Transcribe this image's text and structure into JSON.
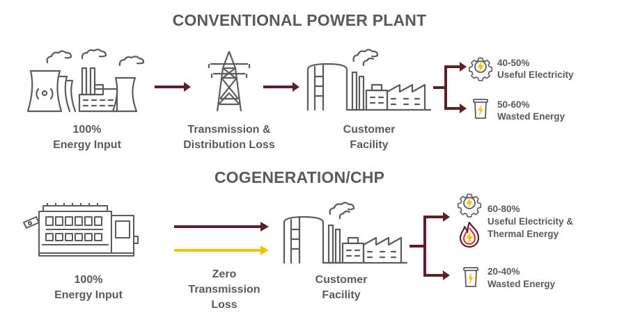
{
  "conventional": {
    "title": "CONVENTIONAL POWER PLANT",
    "input_pct": "100%",
    "input_label": "Energy Input",
    "loss_label_1": "Transmission &",
    "loss_label_2": "Distribution Loss",
    "facility_1": "Customer",
    "facility_2": "Facility",
    "out1_pct": "40-50%",
    "out1_label": "Useful Electricity",
    "out2_pct": "50-60%",
    "out2_label": "Wasted Energy"
  },
  "chp": {
    "title": "COGENERATION/CHP",
    "input_pct": "100%",
    "input_label": "Energy Input",
    "loss_label_1": "Zero",
    "loss_label_2": "Transmission",
    "loss_label_3": "Loss",
    "facility_1": "Customer",
    "facility_2": "Facility",
    "out1_pct": "60-80%",
    "out1_label_1": "Useful Electricity &",
    "out1_label_2": "Thermal Energy",
    "out2_pct": "20-40%",
    "out2_label": "Wasted Energy"
  },
  "colors": {
    "arrow": "#5e1f2b",
    "accent": "#f2c400",
    "line": "#5b5b5b",
    "text": "#5a5a5a"
  },
  "icons": [
    "power-plant-icon",
    "transmission-tower-icon",
    "factory-icon",
    "gear-lightning-icon",
    "battery-icon",
    "flame-lightning-icon",
    "generator-engine-icon"
  ]
}
